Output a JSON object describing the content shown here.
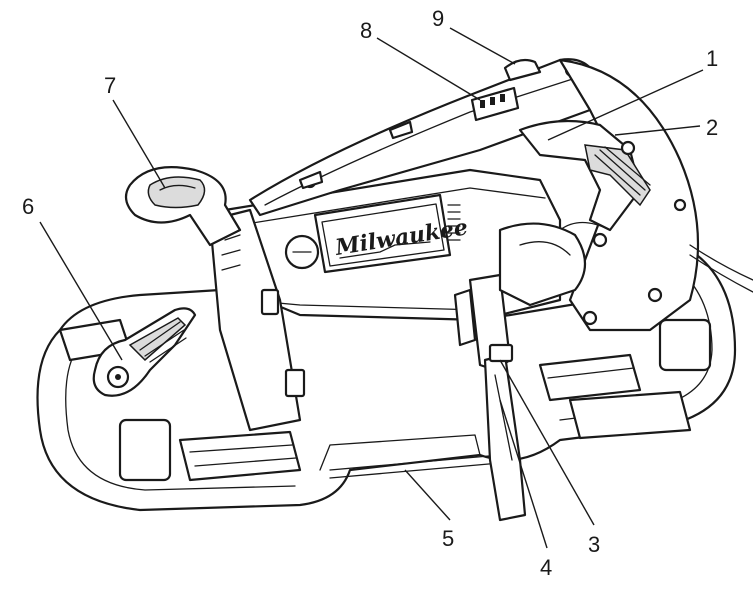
{
  "figure": {
    "brand_text": "Milwaukee",
    "callouts": [
      {
        "id": "1",
        "label": "1"
      },
      {
        "id": "2",
        "label": "2"
      },
      {
        "id": "3",
        "label": "3"
      },
      {
        "id": "4",
        "label": "4"
      },
      {
        "id": "5",
        "label": "5"
      },
      {
        "id": "6",
        "label": "6"
      },
      {
        "id": "7",
        "label": "7"
      },
      {
        "id": "8",
        "label": "8"
      },
      {
        "id": "9",
        "label": "9"
      }
    ]
  }
}
